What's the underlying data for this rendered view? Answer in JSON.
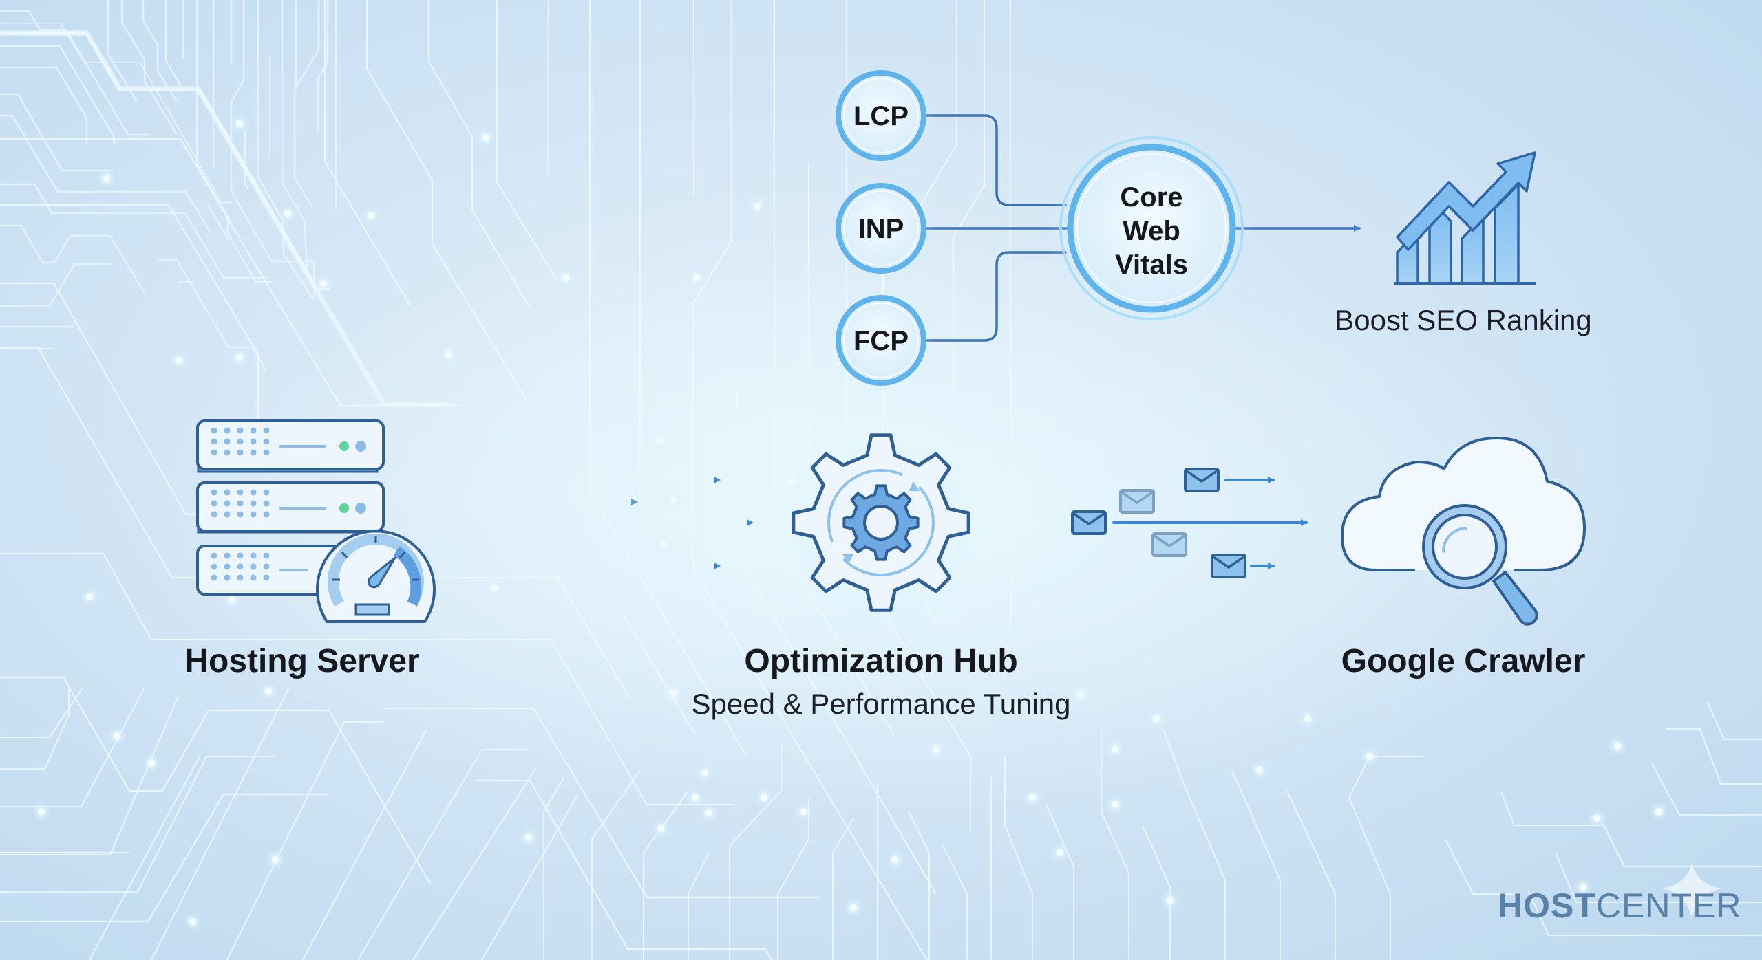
{
  "diagram": {
    "metrics": [
      {
        "id": "lcp",
        "label": "LCP"
      },
      {
        "id": "inp",
        "label": "INP"
      },
      {
        "id": "fcp",
        "label": "FCP"
      }
    ],
    "hub_node": {
      "line1": "Core",
      "line2": "Web",
      "line3": "Vitals"
    },
    "result": {
      "label": "Boost SEO Ranking",
      "icon": "growth-chart-icon"
    },
    "stages": [
      {
        "id": "hosting-server",
        "title": "Hosting Server",
        "icon": "server-speedometer-icon"
      },
      {
        "id": "optimization-hub",
        "title": "Optimization Hub",
        "subtitle": "Speed & Performance Tuning",
        "icon": "gear-icon"
      },
      {
        "id": "google-crawler",
        "title": "Google Crawler",
        "icon": "cloud-search-icon"
      }
    ],
    "connectors": [
      {
        "from": "LCP",
        "to": "Core Web Vitals"
      },
      {
        "from": "INP",
        "to": "Core Web Vitals"
      },
      {
        "from": "FCP",
        "to": "Core Web Vitals"
      },
      {
        "from": "Core Web Vitals",
        "to": "Boost SEO Ranking"
      },
      {
        "from": "Hosting Server",
        "to": "Optimization Hub",
        "style": "speed-arrows"
      },
      {
        "from": "Optimization Hub",
        "to": "Google Crawler",
        "style": "mail-packets"
      }
    ]
  },
  "brand": {
    "bold": "HOST",
    "light": "CENTER"
  },
  "colors": {
    "stroke_dark": "#2f5f93",
    "accent_blue": "#3d86d6",
    "fill_light_blue": "#7fb8ea",
    "ring_cyan": "#5fb4ec",
    "text": "#16181d",
    "status_green": "#5ed39a",
    "circuit": "#eaf8ff"
  }
}
